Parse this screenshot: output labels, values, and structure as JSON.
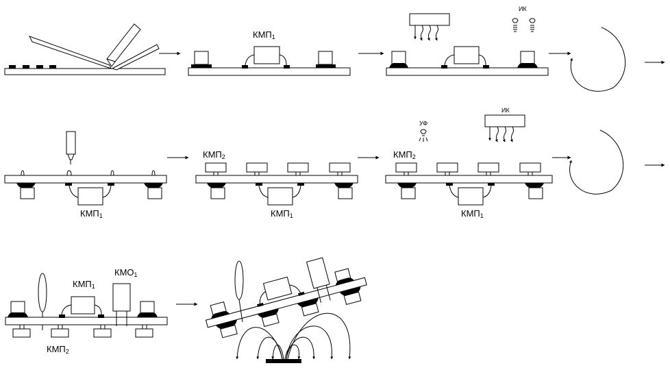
{
  "labels": {
    "kmp1": "КМП",
    "kmp1_sub": "1",
    "kmp2": "КМП",
    "kmp2_sub": "2",
    "kmo1": "КМО",
    "kmo1_sub": "1",
    "ik": "ИК",
    "uf": "УФ"
  },
  "colors": {
    "ink": "#000000",
    "background": "#ffffff"
  },
  "icons": [
    "arrow-right-icon",
    "lamp-icon",
    "heater-icon",
    "reflow-loop-icon",
    "squeegee-icon",
    "dispenser-icon",
    "nozzle-icon",
    "solder-wave-icon"
  ]
}
